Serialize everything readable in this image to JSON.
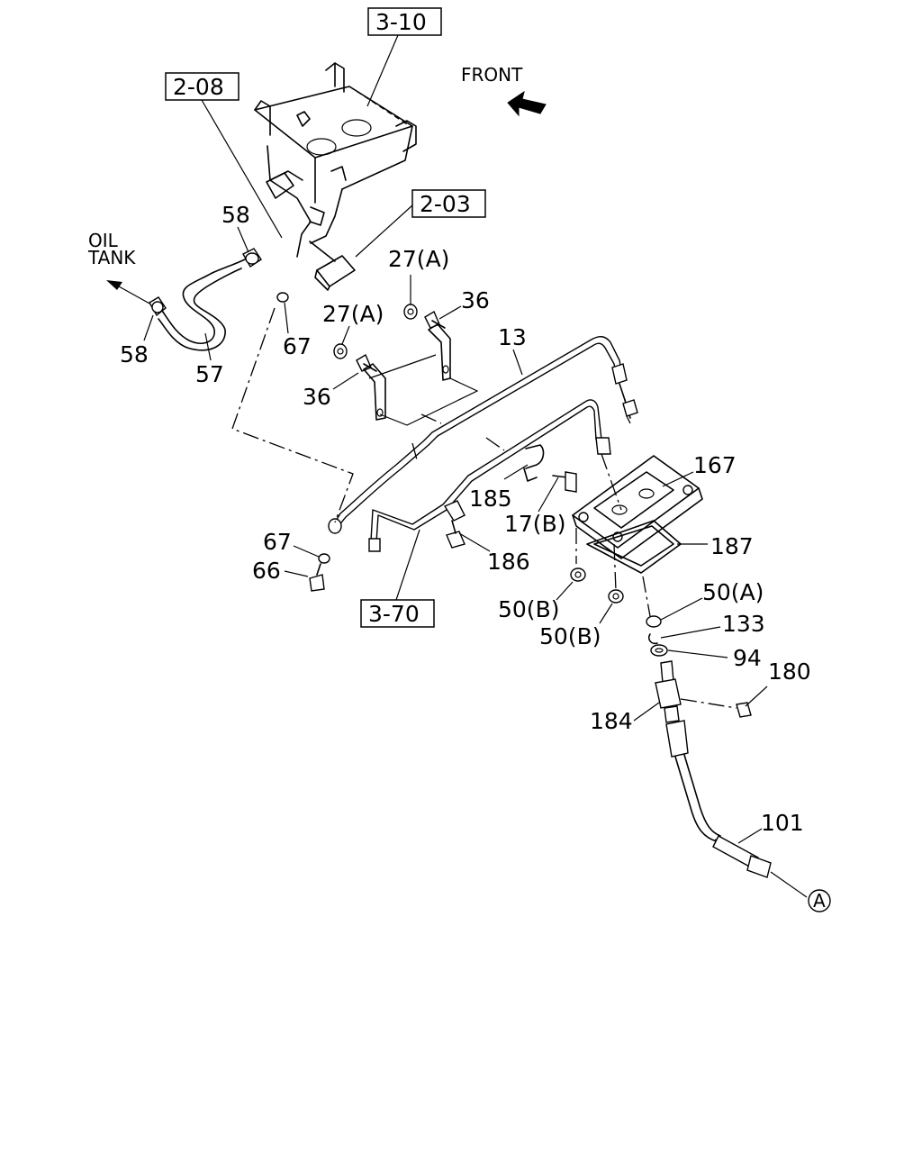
{
  "reference_boxes": {
    "ref_3_10": "3-10",
    "ref_2_08": "2-08",
    "ref_2_03": "2-03",
    "ref_3_70": "3-70"
  },
  "annotations": {
    "front": "FRONT",
    "oil": "OIL",
    "tank": "TANK",
    "circle_a": "A"
  },
  "part_labels": {
    "p58_top": "58",
    "p58_left": "58",
    "p57": "57",
    "p67_top": "67",
    "p67_bottom": "67",
    "p66": "66",
    "p27a_right": "27(A)",
    "p27a_left": "27(A)",
    "p36_right": "36",
    "p36_left": "36",
    "p13": "13",
    "p185": "185",
    "p17b": "17(B)",
    "p186": "186",
    "p167": "167",
    "p187": "187",
    "p50b_top": "50(B)",
    "p50b_bottom": "50(B)",
    "p50a": "50(A)",
    "p133": "133",
    "p94": "94",
    "p180": "180",
    "p184": "184",
    "p101": "101"
  }
}
